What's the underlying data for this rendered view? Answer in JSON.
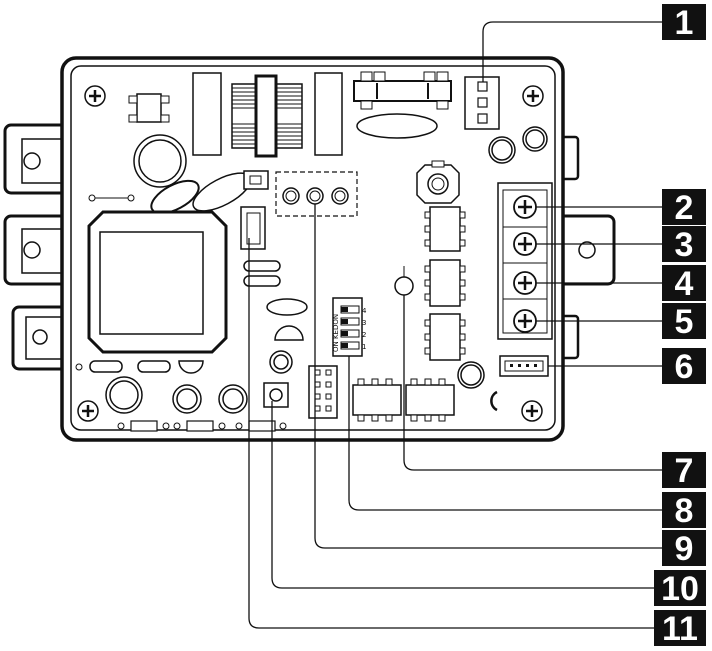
{
  "diagram": {
    "dip_switch": {
      "text": "ON KEDON",
      "positions": [
        "1",
        "2",
        "3",
        "4"
      ]
    },
    "callouts": [
      {
        "id": "1",
        "label": "1"
      },
      {
        "id": "2",
        "label": "2"
      },
      {
        "id": "3",
        "label": "3"
      },
      {
        "id": "4",
        "label": "4"
      },
      {
        "id": "5",
        "label": "5"
      },
      {
        "id": "6",
        "label": "6"
      },
      {
        "id": "7",
        "label": "7"
      },
      {
        "id": "8",
        "label": "8"
      },
      {
        "id": "9",
        "label": "9"
      },
      {
        "id": "10",
        "label": "10"
      },
      {
        "id": "11",
        "label": "11"
      }
    ]
  }
}
